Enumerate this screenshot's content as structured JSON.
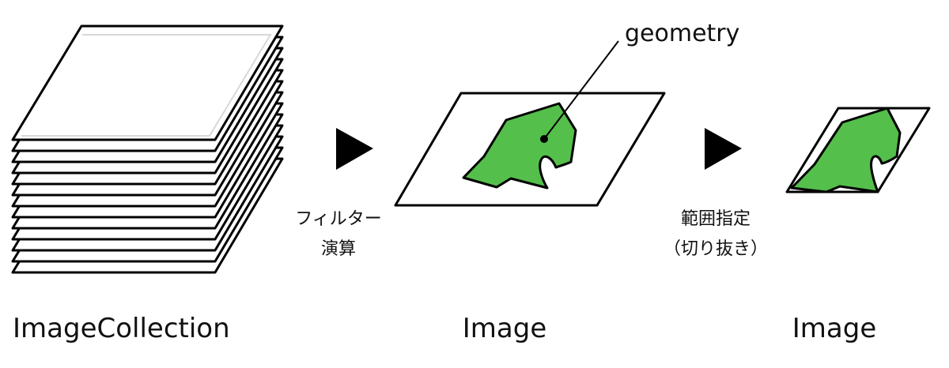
{
  "colors": {
    "stroke": "#000000",
    "page_fill": "#ffffff",
    "region_fill": "#55bf4b",
    "arrow_fill": "#000000"
  },
  "stage1": {
    "label": "ImageCollection",
    "layer_count": 13
  },
  "step1": {
    "line1": "フィルター",
    "line2": "演算",
    "icon": "play-triangle-icon"
  },
  "stage2": {
    "label": "Image",
    "annotation": "geometry"
  },
  "step2": {
    "line1": "範囲指定",
    "line2": "（切り抜き）",
    "icon": "play-triangle-icon"
  },
  "stage3": {
    "label": "Image"
  }
}
